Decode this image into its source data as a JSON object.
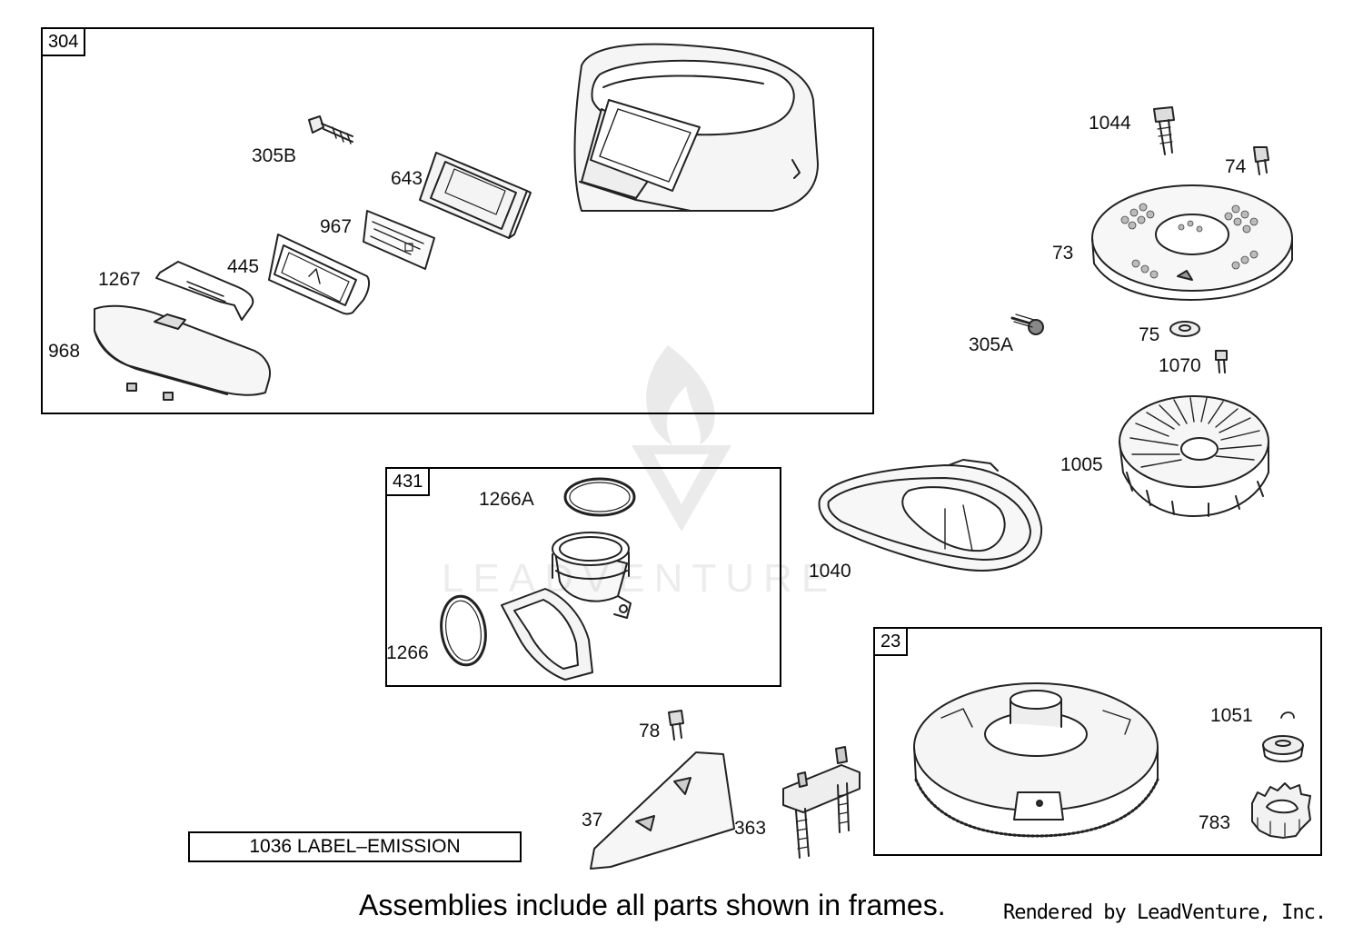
{
  "frames": [
    {
      "tag": "304"
    },
    {
      "tag": "431"
    },
    {
      "tag": "23"
    }
  ],
  "labels": {
    "p305B": "305B",
    "p643": "643",
    "p967": "967",
    "p445": "445",
    "p1267": "1267",
    "p968": "968",
    "p1044": "1044",
    "p74": "74",
    "p73": "73",
    "p305A": "305A",
    "p75": "75",
    "p1070": "1070",
    "p1005": "1005",
    "p1040": "1040",
    "p1266A": "1266A",
    "p1266": "1266",
    "p78": "78",
    "p37": "37",
    "p363": "363",
    "p1051": "1051",
    "p783": "783"
  },
  "emission_label": "1036 LABEL–EMISSION",
  "footer": "Assemblies include all parts shown in frames.",
  "credit": "Rendered by LeadVenture, Inc.",
  "watermark": "LEADVENTURE",
  "icons": [
    "blower-housing-drawing",
    "flywheel-drawing",
    "fan-drawing",
    "intake-elbow-drawing",
    "o-ring-drawing",
    "bolt-drawing",
    "gear-drawing",
    "leadventure-logo"
  ]
}
